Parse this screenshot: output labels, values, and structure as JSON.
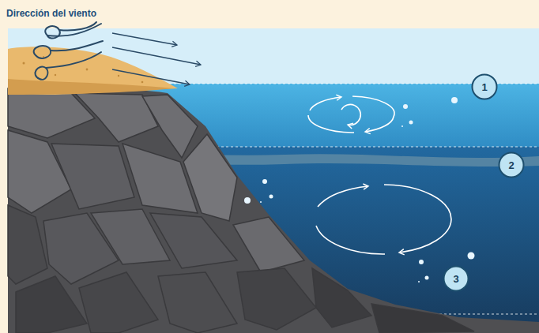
{
  "diagram": {
    "title": "Dirección del viento",
    "nodes": [
      {
        "text": [
          "1"
        ]
      },
      {
        "text": [
          "2"
        ]
      },
      {
        "text": [
          "3"
        ]
      }
    ]
  }
}
